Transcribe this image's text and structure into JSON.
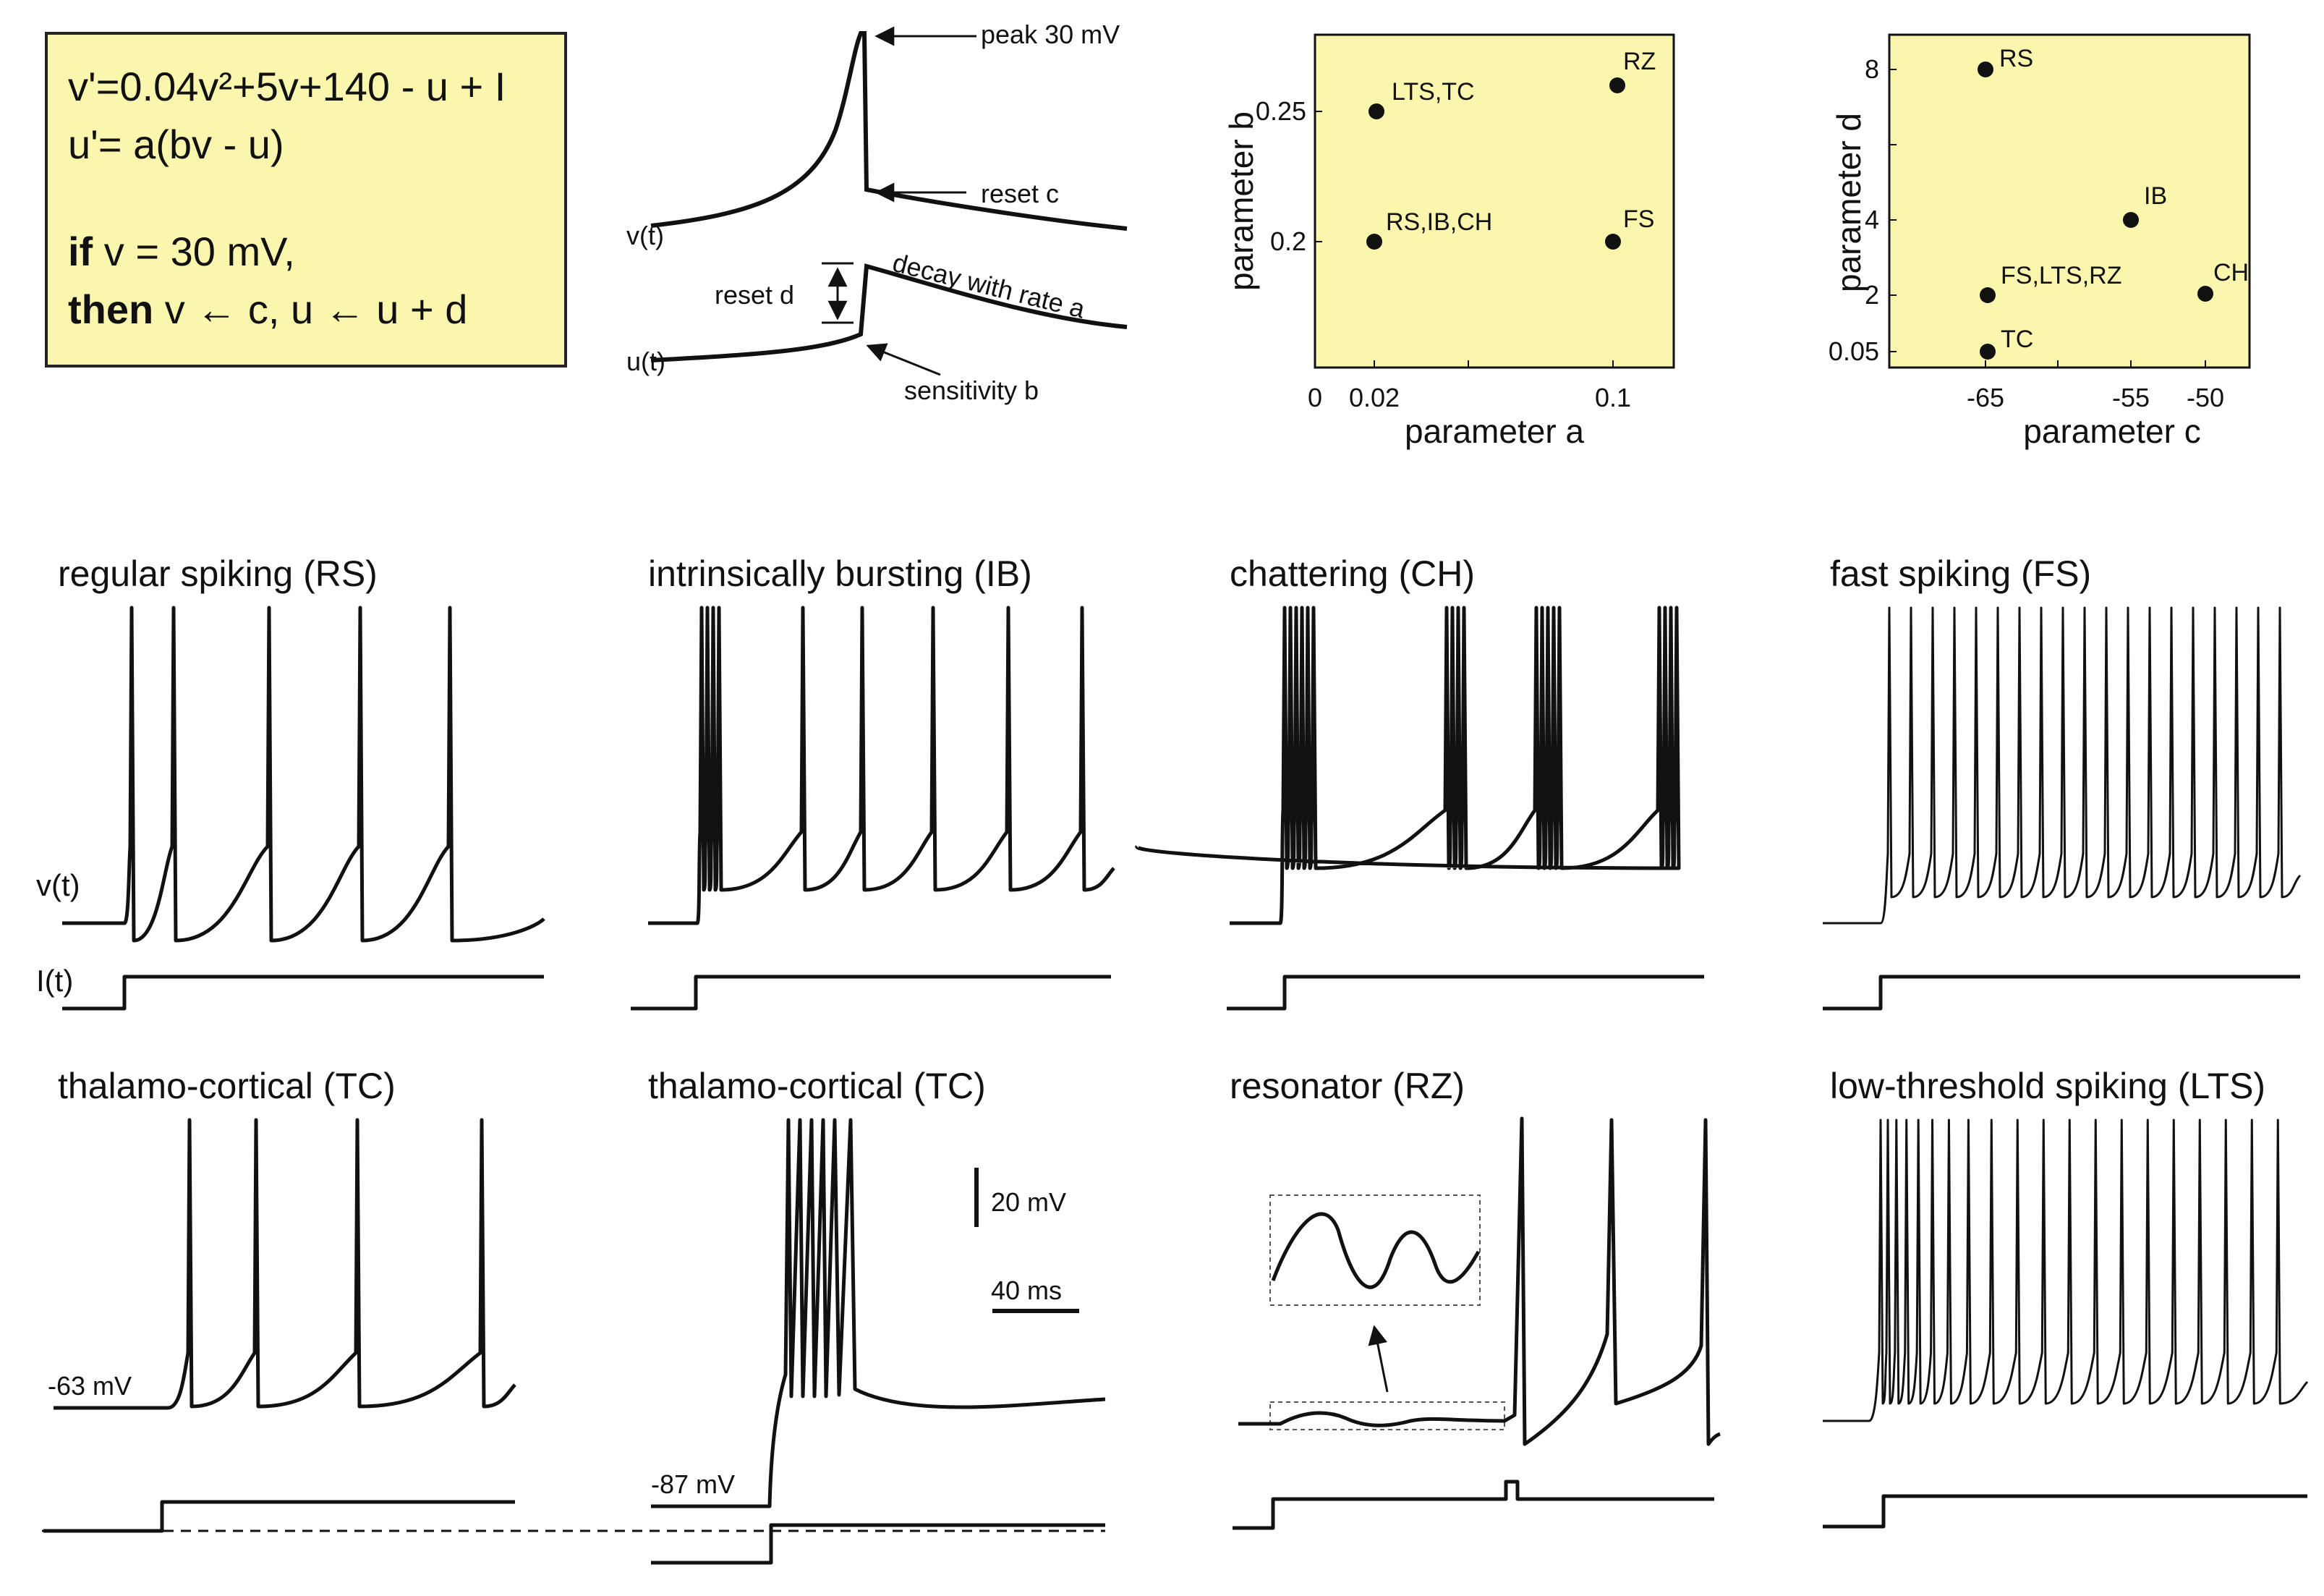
{
  "equations": {
    "line1": "v'=0.04v²+5v+140 - u + I",
    "line2": "u'= a(bv - u)",
    "line3_kw": "if",
    "line3_rest": " v = 30 mV,",
    "line4_kw": "then",
    "line4_rest": " v ← c,    u ← u + d"
  },
  "schematic": {
    "peak": "peak 30 mV",
    "reset_c": "reset  c",
    "v_label": "v(t)",
    "u_label": "u(t)",
    "reset_d": "reset  d",
    "decay": "decay with  rate  a",
    "sensitivity": "sensitivity  b"
  },
  "chart_data": [
    {
      "type": "scatter",
      "xlabel": "parameter a",
      "ylabel": "parameter b",
      "xticks": [
        "0",
        "0.02",
        "0.1"
      ],
      "yticks": [
        "0.2",
        "0.25"
      ],
      "points": [
        {
          "x": 0.02,
          "y": 0.25,
          "label": "LTS,TC"
        },
        {
          "x": 0.1,
          "y": 0.26,
          "label": "RZ"
        },
        {
          "x": 0.02,
          "y": 0.2,
          "label": "RS,IB,CH"
        },
        {
          "x": 0.1,
          "y": 0.2,
          "label": "FS"
        }
      ]
    },
    {
      "type": "scatter",
      "xlabel": "parameter c",
      "ylabel": "parameter d",
      "xticks": [
        "-65",
        "-55",
        "-50"
      ],
      "yticks": [
        "0.05",
        "2",
        "4",
        "8"
      ],
      "points": [
        {
          "x": -65,
          "y": 8,
          "label": "RS"
        },
        {
          "x": -55,
          "y": 4,
          "label": "IB"
        },
        {
          "x": -65,
          "y": 2,
          "label": "FS,LTS,RZ"
        },
        {
          "x": -50,
          "y": 2,
          "label": "CH"
        },
        {
          "x": -65,
          "y": 0.05,
          "label": "TC"
        }
      ]
    }
  ],
  "panels": [
    {
      "title": "regular spiking (RS)"
    },
    {
      "title": "intrinsically bursting (IB)"
    },
    {
      "title": "chattering (CH)"
    },
    {
      "title": "fast spiking (FS)"
    },
    {
      "title": "thalamo-cortical (TC)"
    },
    {
      "title": "thalamo-cortical (TC)"
    },
    {
      "title": "resonator (RZ)"
    },
    {
      "title": "low-threshold spiking (LTS)"
    }
  ],
  "labels": {
    "vt": "v(t)",
    "it": "I(t)",
    "mv63": "-63 mV",
    "mv87": "-87 mV",
    "scale_mv": "20 mV",
    "scale_ms": "40 ms"
  },
  "colors": {
    "panel_bg": "#fbf6ae",
    "trace": "#111111"
  }
}
